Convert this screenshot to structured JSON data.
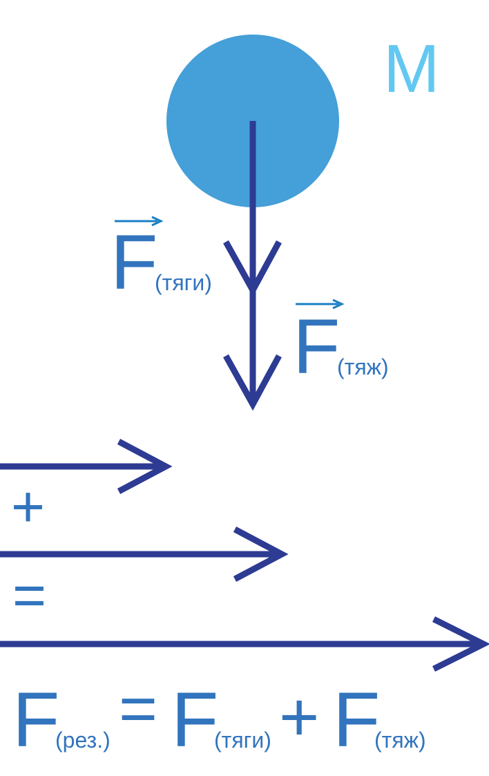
{
  "colors": {
    "background": "#ffffff",
    "mass_fill": "#459fd8",
    "mass_label": "#62c8f1",
    "force_arrow": "#2d3b93",
    "label_text": "#3274bd",
    "vector_sign": "#1a7fc4"
  },
  "mass": {
    "label": "M"
  },
  "forces": {
    "thrust": {
      "letter": "F",
      "subscript": "(тяги)"
    },
    "gravity": {
      "letter": "F",
      "subscript": "(тяж)"
    }
  },
  "vector_sum": {
    "plus_sign": "+",
    "equals_sign": "="
  },
  "formula": {
    "result": {
      "letter": "F",
      "subscript": "(рез.)"
    },
    "equals": "=",
    "thrust": {
      "letter": "F",
      "subscript": "(тяги)"
    },
    "plus": "+",
    "gravity": {
      "letter": "F",
      "subscript": "(тяж)"
    }
  }
}
